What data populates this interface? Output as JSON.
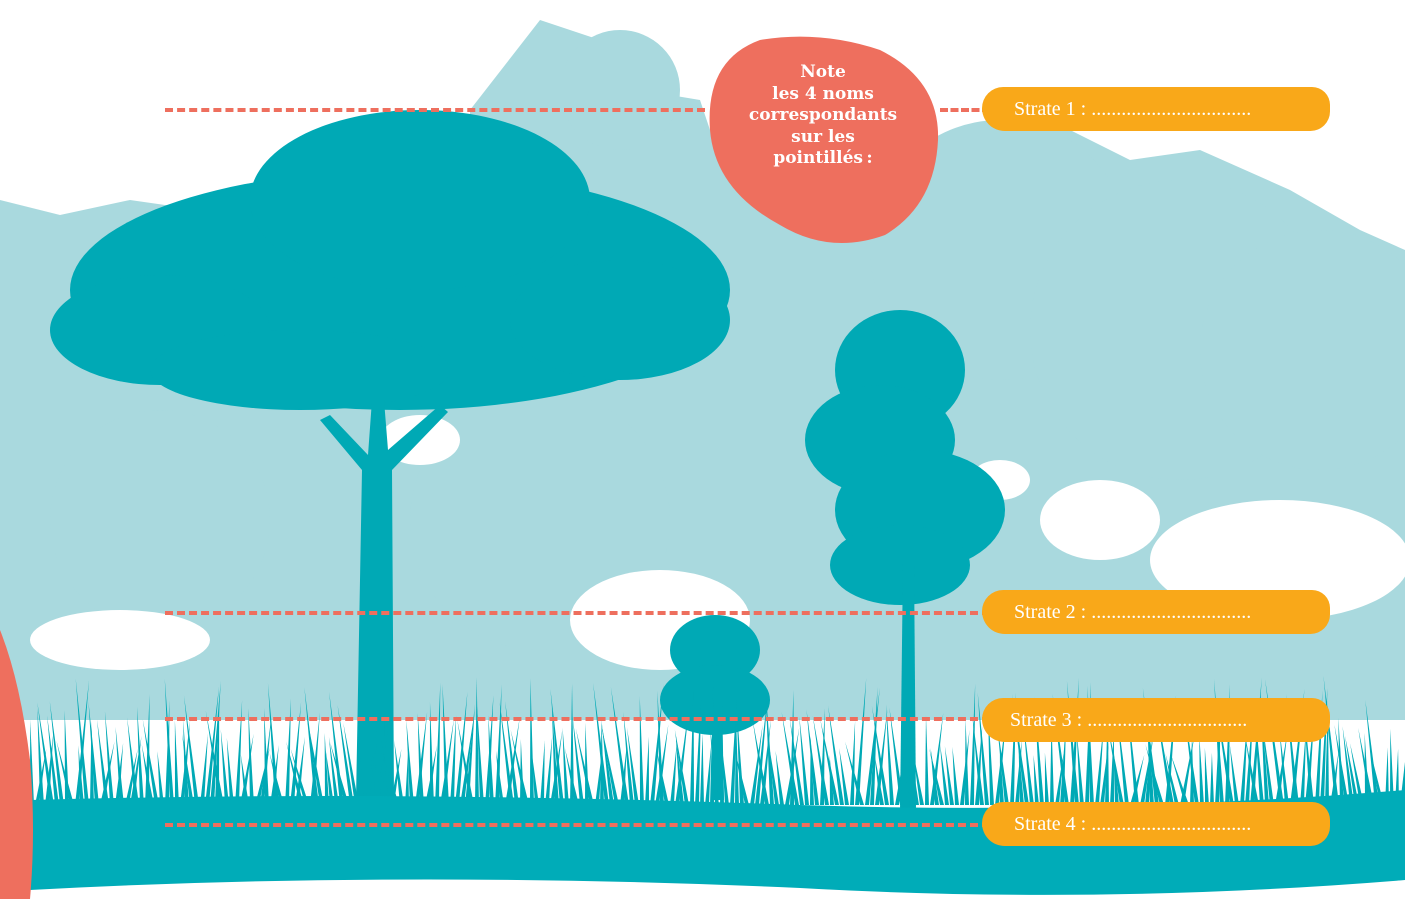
{
  "note": {
    "lines": [
      "Note",
      "les 4 noms",
      "correspondants",
      "sur les",
      "pointillés :"
    ]
  },
  "strata": [
    {
      "label": "Strate 1 :",
      "blank": "................................"
    },
    {
      "label": "Strate 2 :",
      "blank": "................................"
    },
    {
      "label": "Strate 3 :",
      "blank": "................................"
    },
    {
      "label": "Strate 4 :",
      "blank": "................................"
    }
  ],
  "colors": {
    "accent": "#ee6f5e",
    "pill": "#f9a819",
    "tree_dark": "#00a9b5",
    "tree_light": "#a9d9de",
    "ground": "#00acb8"
  }
}
